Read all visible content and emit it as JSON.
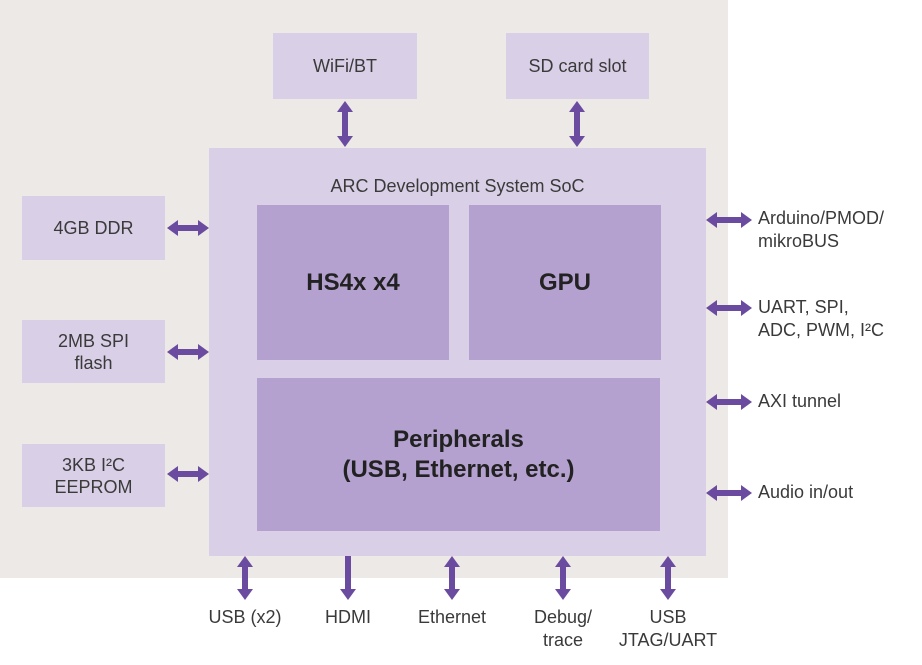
{
  "diagram_title": "ARC Development System SoC",
  "colors": {
    "panel_background": "#ECE9E6",
    "light_box": "#D9D0E7",
    "dark_box": "#B4A1CF",
    "arrow": "#6B4B9F",
    "text": "#3A3A3A"
  },
  "top_boxes": [
    {
      "label": "WiFi/BT"
    },
    {
      "label": "SD card slot"
    }
  ],
  "soc": {
    "title": "ARC Development System SoC",
    "cpu_label": "HS4x x4",
    "gpu_label": "GPU",
    "peripherals_line1": "Peripherals",
    "peripherals_line2": "(USB, Ethernet, etc.)"
  },
  "left_boxes": [
    {
      "line1": "4GB DDR"
    },
    {
      "line1": "2MB SPI",
      "line2": "flash"
    },
    {
      "line1": "3KB I²C",
      "line2": "EEPROM"
    }
  ],
  "right_ports": [
    {
      "line1": "Arduino/PMOD/",
      "line2": "mikroBUS",
      "arrow": "bidirectional"
    },
    {
      "line1": "UART, SPI,",
      "line2": "ADC, PWM, I²C",
      "arrow": "bidirectional"
    },
    {
      "line1": "AXI tunnel",
      "arrow": "bidirectional"
    },
    {
      "line1": "Audio in/out",
      "arrow": "bidirectional"
    }
  ],
  "bottom_ports": [
    {
      "line1": "USB (x2)",
      "arrow": "bidirectional"
    },
    {
      "line1": "HDMI",
      "arrow": "down"
    },
    {
      "line1": "Ethernet",
      "arrow": "bidirectional"
    },
    {
      "line1": "Debug/",
      "line2": "trace",
      "arrow": "bidirectional"
    },
    {
      "line1": "USB",
      "line2": "JTAG/UART",
      "arrow": "bidirectional"
    }
  ]
}
